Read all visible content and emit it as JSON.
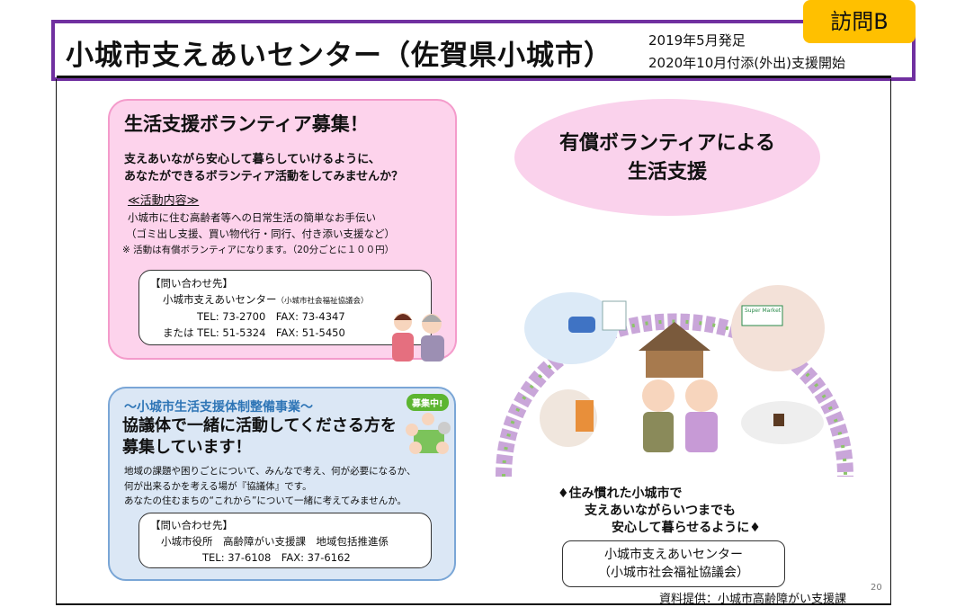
{
  "header": {
    "title": "小城市支えあいセンター（佐賀県小城市）",
    "established": "2019年5月発足",
    "started": "2020年10月付添(外出)支援開始",
    "badge": "訪問B"
  },
  "volunteer_panel": {
    "heading": "生活支援ボランティア募集！",
    "lead_1": "支えあいながら安心して暮らしていけるように、",
    "lead_2": "あなたができるボランティア活動をしてみませんか？",
    "activity_title": "≪活動内容≫",
    "activity_1": "小城市に住む高齢者等への日常生活の簡単なお手伝い",
    "activity_2": "（ゴミ出し支援、買い物代行・同行、付き添い支援など）",
    "note": "※ 活動は有償ボランティアになります。（20分ごとに１００円）",
    "contact": {
      "label": "【問い合わせ先】",
      "org": "小城市支えあいセンター",
      "org_sub": "（小城市社会福祉協議会）",
      "line_1": "TEL: 73-2700　FAX: 73-4347",
      "line_2": "または TEL: 51-5324　FAX: 51-5450"
    }
  },
  "council_panel": {
    "kicker": "～小城市生活支援体制整備事業～",
    "heading_1": "協議体で一緒に活動してくださる方を",
    "heading_2": "募集しています！",
    "badge": "募集中!",
    "body_1": "地域の課題や困りごとについて、みんなで考え、何が必要になるか、",
    "body_2": "何が出来るかを考える場が『協議体』です。",
    "body_3": "あなたの住むまちの“これから”について一緒に考えてみませんか。",
    "contact": {
      "label": "【問い合わせ先】",
      "org": "小城市役所　高齢障がい支援課　地域包括推進係",
      "line_1": "TEL: 37-6108　FAX: 37-6162"
    }
  },
  "illustration": {
    "title_1": "有償ボランティアによる",
    "title_2": "生活支援",
    "store_sign": "Super Market",
    "slogan_1": "♦住み慣れた小城市で",
    "slogan_2": "支えあいながらいつまでも",
    "slogan_3": "安心して暮らせるように♦",
    "center_name": "小城市支えあいセンター",
    "center_sub": "（小城市社会福祉協議会）"
  },
  "footer": {
    "source": "資料提供：小城市高齢障がい支援課",
    "page": "20"
  },
  "colors": {
    "purple": "#7030a0",
    "badge": "#ffc000",
    "pink": "#fdd3ec",
    "blue": "#dbe7f5"
  }
}
